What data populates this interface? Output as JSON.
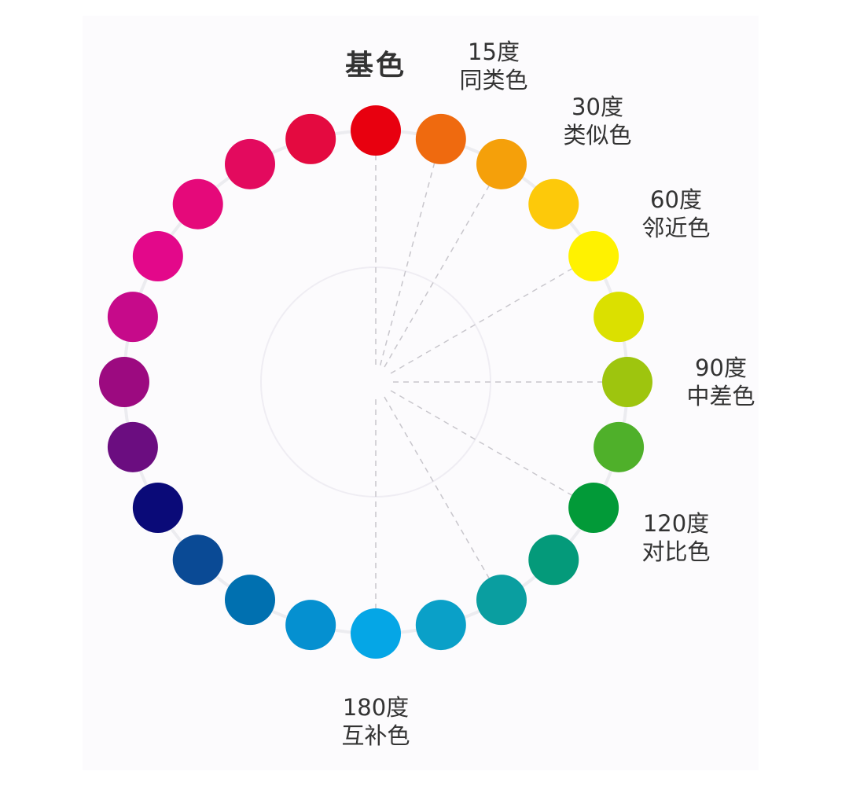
{
  "colors": [
    "#e8000f",
    "#ef6a0f",
    "#f5a00a",
    "#fdc90a",
    "#fff200",
    "#dbe000",
    "#9ec50e",
    "#4fb02a",
    "#029a38",
    "#049a7a",
    "#0a9ea0",
    "#0aa0c8",
    "#05a6e6",
    "#0590d0",
    "#0070b0",
    "#0a4a95",
    "#0a0a78",
    "#6b0d80",
    "#9c0a80",
    "#c60a8a",
    "#e3088a",
    "#e5097a",
    "#e30a5e",
    "#e40a40"
  ],
  "guide_lines_to": [
    0,
    1,
    2,
    4,
    6,
    8,
    10,
    12
  ],
  "labels": {
    "base": "基色",
    "d15": {
      "deg": "15度",
      "name": "同类色"
    },
    "d30": {
      "deg": "30度",
      "name": "类似色"
    },
    "d60": {
      "deg": "60度",
      "name": "邻近色"
    },
    "d90": {
      "deg": "90度",
      "name": "中差色"
    },
    "d120": {
      "deg": "120度",
      "name": "对比色"
    },
    "d180": {
      "deg": "180度",
      "name": "互补色"
    }
  }
}
